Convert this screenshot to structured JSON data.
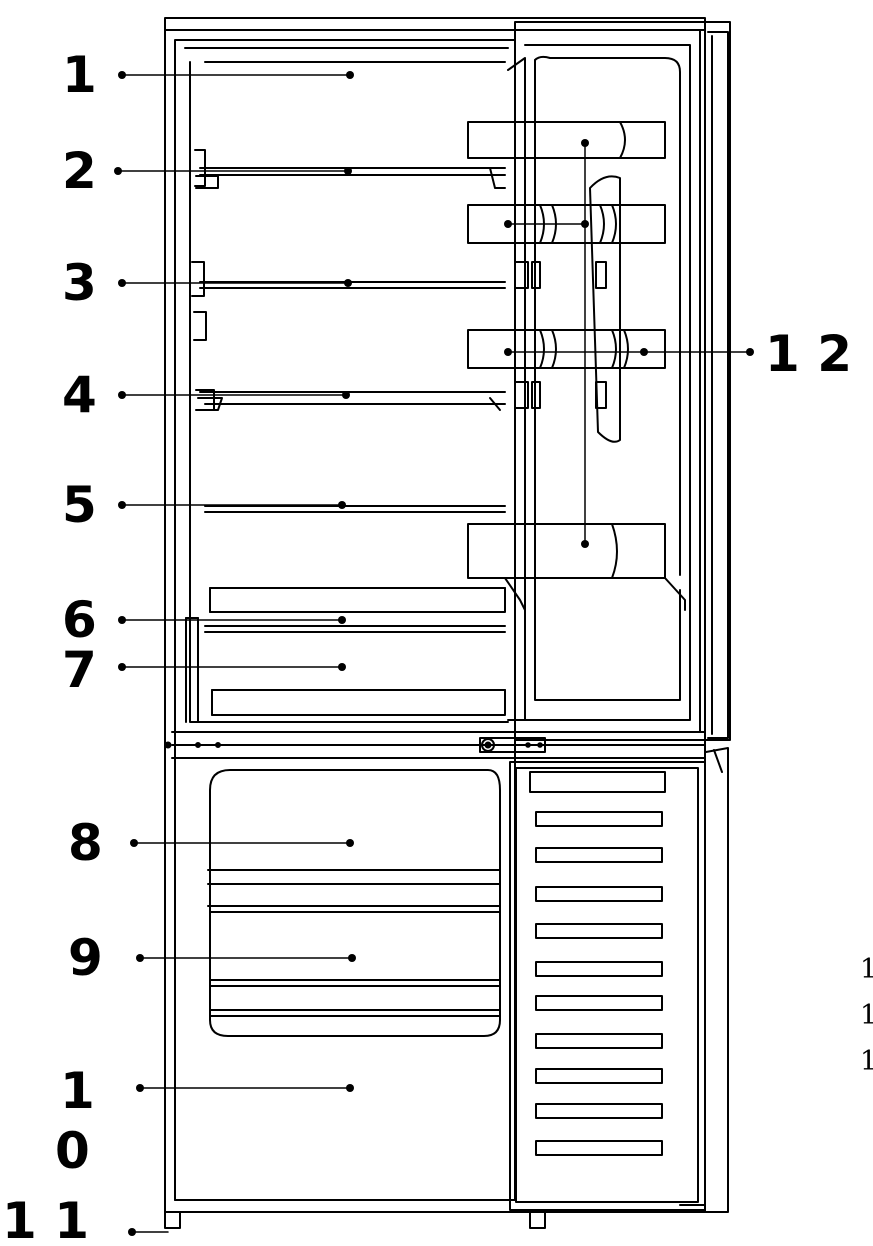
{
  "diagram": {
    "callouts": [
      {
        "id": "c1",
        "text": "1"
      },
      {
        "id": "c2",
        "text": "2"
      },
      {
        "id": "c3",
        "text": "3"
      },
      {
        "id": "c4",
        "text": "4"
      },
      {
        "id": "c5",
        "text": "5"
      },
      {
        "id": "c6",
        "text": "6"
      },
      {
        "id": "c7",
        "text": "7"
      },
      {
        "id": "c8",
        "text": "8"
      },
      {
        "id": "c9",
        "text": "9"
      },
      {
        "id": "c10a",
        "text": "1"
      },
      {
        "id": "c10b",
        "text": "0"
      },
      {
        "id": "c11",
        "text": "1 1"
      },
      {
        "id": "c12",
        "text": "1 2"
      }
    ],
    "margin_fragments": [
      "1",
      "1",
      "1"
    ]
  }
}
